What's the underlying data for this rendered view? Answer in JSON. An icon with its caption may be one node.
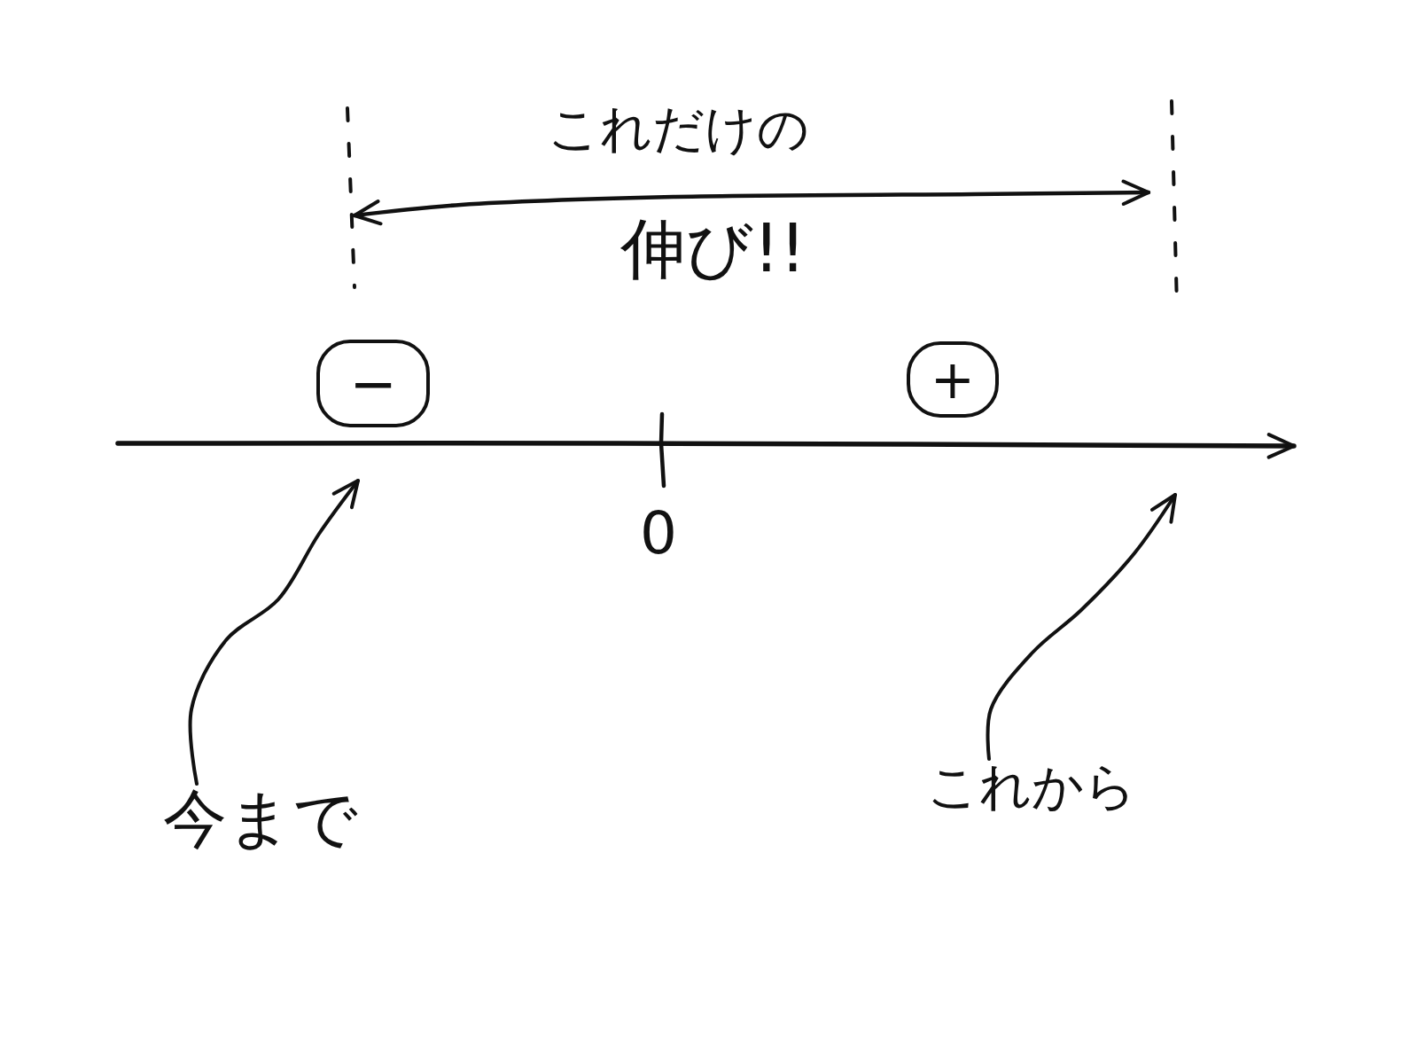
{
  "diagram": {
    "nodes": [
      {
        "text": [
          "−"
        ]
      },
      {
        "text": [
          "+"
        ]
      },
      {
        "text": [
          "今まで"
        ]
      },
      {
        "text": [
          "これから"
        ]
      }
    ],
    "edges": [
      {
        "from": 2,
        "to": null,
        "arrow": "to"
      },
      {
        "from": 3,
        "to": null,
        "arrow": "to"
      }
    ],
    "labels": [
      "これだけの",
      "伸び!!",
      "0"
    ]
  }
}
